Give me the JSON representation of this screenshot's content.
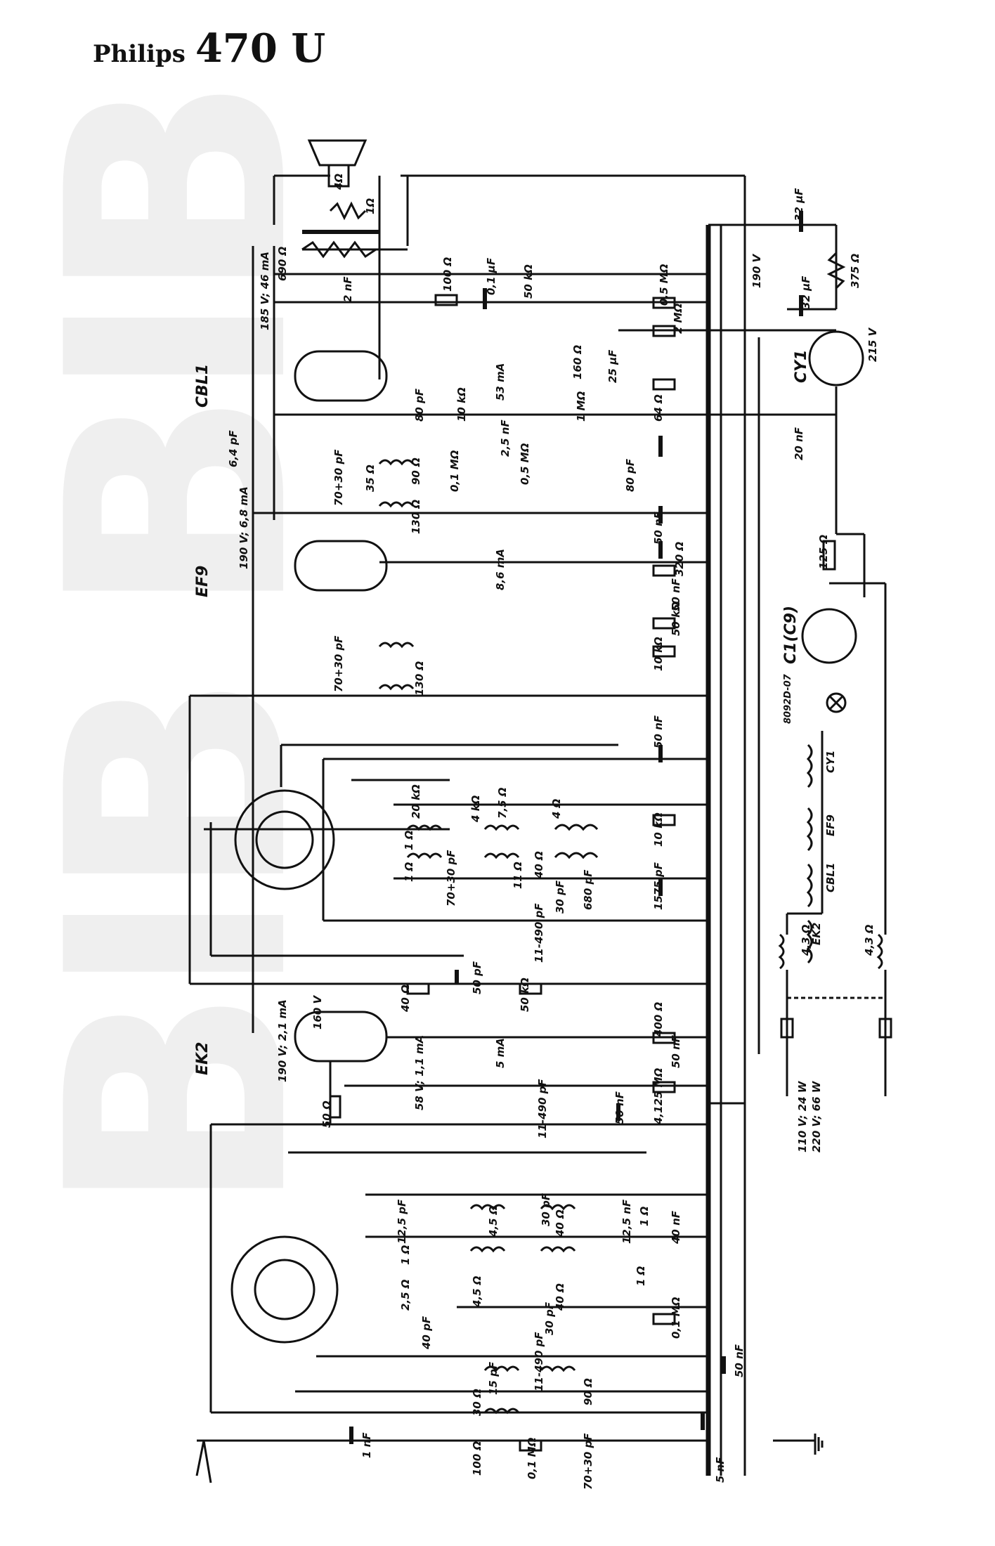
{
  "title": {
    "brand": "Philips",
    "model": "470 U"
  },
  "watermark": {
    "text1": "BIB",
    "text2": "BIB"
  },
  "tubes": {
    "cbl1": "CBL1",
    "ef9": "EF9",
    "ek2": "EK2",
    "cy1": "CY1",
    "c1c9": "C1(C9)",
    "lamp": "8092D-07"
  },
  "heater_chain": {
    "cy1": "CY1",
    "ef9": "EF9",
    "cbl1": "CBL1",
    "ek2": "EK2"
  },
  "output_stage": {
    "r_4ohm": "4Ω",
    "r_1ohm": "1Ω",
    "r_690": "690 Ω",
    "v_185": "185 V; 46 mA",
    "c_2nf": "2 nF",
    "r_100": "100 Ω",
    "c_01uf": "0,1 µF",
    "pot_50k": "50 kΩ",
    "c_32uf_top": "32 µF",
    "v_190": "190 V",
    "r_05m": "0,5 MΩ",
    "r_2m": "2 MΩ",
    "c_32uf": "32 µF",
    "r_375": "375 Ω",
    "v_215": "215 V",
    "r_160": "160 Ω",
    "c_25uf": "25 µF",
    "ma_53": "53 mA",
    "r_1m": "1 MΩ",
    "r_64": "64 Ω",
    "c_80pf": "80 pF",
    "r_10k": "10 kΩ",
    "c_25nf": "2,5 nF",
    "pot_05m": "0,5 MΩ",
    "r_01m": "0,1 MΩ",
    "c_80pf2": "80 pF",
    "c_20nf": "20 nF",
    "c_64pf": "6,4 pF"
  },
  "if_stage": {
    "trim1": "70+30 pF",
    "r_35": "35 Ω",
    "r_90": "90 Ω",
    "r_130": "130 Ω",
    "v_190": "190 V; 6,8 mA",
    "ma_86": "8,6 mA",
    "c_50nf": "50 nF",
    "r_320": "320 Ω",
    "c_50nf2": "50 nF",
    "r_50k": "50 kΩ",
    "r_10k": "10 kΩ",
    "r_125": "125 Ω",
    "trim2": "70+30 pF",
    "r_130b": "130 Ω"
  },
  "osc_stage": {
    "c_50nf": "50 nF",
    "r_20k": "20 kΩ",
    "r_1": "1 Ω",
    "r_4k": "4 kΩ",
    "r_75": "7,5 Ω",
    "r_4": "4 Ω",
    "r_1b": "1 Ω",
    "trim": "70+30 pF",
    "r_11": "11 Ω",
    "r_40": "40 Ω",
    "c_30pf": "30 pF",
    "c_680pf": "680 pF",
    "r_10k": "10 kΩ",
    "c_1575": "1575 pF",
    "var_11490": "11-490 pF",
    "c_50pf": "50 pF",
    "r_50k": "50 kΩ",
    "r_40b": "40 Ω",
    "r_160": "160 V"
  },
  "mixer_stage": {
    "v_ek2": "190 V; 2,1 mA",
    "ma_5": "5 mA",
    "r_400": "400 Ω",
    "c_50nf": "50 nF",
    "v_58": "58 V; 1,1 mA",
    "r_4125": "4,125 MΩ",
    "c_50nf2": "50 nF",
    "var_11490": "11-490 pF",
    "r_50": "50 Ω"
  },
  "rf_stage": {
    "c_125pf": "12,5 pF",
    "r_1": "1 Ω",
    "r_45": "4,5 Ω",
    "c_30pf": "30 pF",
    "r_40": "40 Ω",
    "c_125": "12,5 nF",
    "r_1b": "1 Ω",
    "c_40nf": "40 nF",
    "r_25": "2,5 Ω",
    "r_45b": "4,5 Ω",
    "r_40b": "40 Ω",
    "r_1c": "1 Ω",
    "c_40pf": "40 pF",
    "r_01m": "0,1 MΩ",
    "c_30pfb": "30 pF",
    "var_11490": "11-490 pF",
    "r_30": "30 Ω",
    "c_15pf": "15 pF",
    "r_90": "90 Ω",
    "c_50nf": "50 nF",
    "r_100": "100 Ω",
    "r_01mb": "0,1 MΩ",
    "trim": "70+30 pF",
    "c_5nf": "5 nF",
    "c_1nf": "1 nF"
  },
  "mains": {
    "r_43a": "4,3 Ω",
    "r_43b": "4,3 Ω",
    "v_110": "110 V; 24 W",
    "v_220": "220 V; 66 W"
  },
  "ground_label": "",
  "colors": {
    "ink": "#111111",
    "watermark": "#efefef",
    "paper": "#ffffff"
  }
}
